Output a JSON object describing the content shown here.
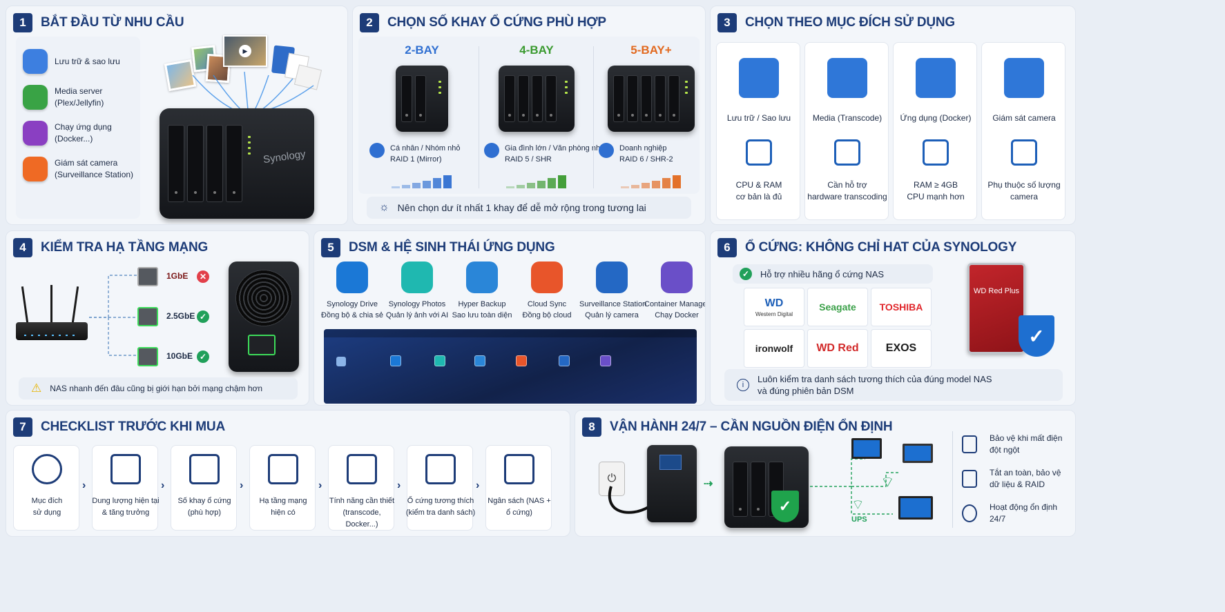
{
  "p1": {
    "num": "1",
    "title": "BẮT ĐẦU TỪ NHU CẦU",
    "items": [
      {
        "label": "Lưu trữ & sao lưu",
        "icon": "folder-icon",
        "color": "#3d7fe0"
      },
      {
        "label": "Media server\n(Plex/Jellyfin)",
        "icon": "play-icon",
        "color": "#39a345"
      },
      {
        "label": "Chạy ứng dụng\n(Docker...)",
        "icon": "cube-icon",
        "color": "#8a3fc2"
      },
      {
        "label": "Giám sát camera\n(Surveillance Station)",
        "icon": "camera-icon",
        "color": "#ef6a24"
      }
    ],
    "brand": "Synology"
  },
  "p2": {
    "num": "2",
    "title": "CHỌN SỐ KHAY Ổ CỨNG PHÙ HỢP",
    "cols": [
      {
        "title": "2-BAY",
        "color": "#2f6fd1",
        "line1": "Cá nhân / Nhóm nhỏ",
        "line2": "RAID 1 (Mirror)",
        "icon": "users-icon"
      },
      {
        "title": "4-BAY",
        "color": "#3a9a2f",
        "line1": "Gia đình lớn / Văn phòng nhỏ",
        "line2": "RAID 5 / SHR",
        "icon": "users-icon"
      },
      {
        "title": "5-BAY+",
        "color": "#e2691f",
        "line1": "Doanh nghiệp",
        "line2": "RAID 6 / SHR-2",
        "icon": "building-icon"
      }
    ],
    "tip": "Nên chọn dư ít nhất 1 khay để dễ mở rộng trong tương lai"
  },
  "p3": {
    "num": "3",
    "title": "CHỌN THEO MỤC ĐÍCH SỬ DỤNG",
    "cols": [
      {
        "top": "Lưu trữ / Sao lưu",
        "bottom": "CPU & RAM\ncơ bản là đủ",
        "icon": "folder-icon",
        "icon2": "cpu-icon"
      },
      {
        "top": "Media (Transcode)",
        "bottom": "Cần hỗ trợ\nhardware transcoding",
        "icon": "film-icon",
        "icon2": "gauge-icon"
      },
      {
        "top": "Ứng dụng (Docker)",
        "bottom": "RAM ≥ 4GB\nCPU mạnh hơn",
        "icon": "docker-icon",
        "icon2": "cpu-icon"
      },
      {
        "top": "Giám sát camera",
        "bottom": "Phụ thuộc số lượng\ncamera",
        "icon": "cctv-icon",
        "icon2": "camera-icon"
      }
    ]
  },
  "p4": {
    "num": "4",
    "title": "KIỂM TRA HẠ TẦNG MẠNG",
    "ports": [
      {
        "label": "1GbE",
        "status": "bad"
      },
      {
        "label": "2.5GbE",
        "status": "good"
      },
      {
        "label": "10GbE",
        "status": "good"
      }
    ],
    "warn": "NAS nhanh đến đâu cũng bị giới hạn bởi mạng chậm hơn"
  },
  "p5": {
    "num": "5",
    "title": "DSM & HỆ SINH THÁI ỨNG DỤNG",
    "apps": [
      {
        "name": "Synology Drive",
        "desc": "Đồng bộ & chia sẻ",
        "color": "#1b78d6",
        "icon": "drive-icon"
      },
      {
        "name": "Synology Photos",
        "desc": "Quản lý ảnh với AI",
        "color": "#1fb8b0",
        "icon": "photos-icon"
      },
      {
        "name": "Hyper Backup",
        "desc": "Sao lưu toàn diện",
        "color": "#2a86d8",
        "icon": "backup-icon"
      },
      {
        "name": "Cloud Sync",
        "desc": "Đồng bộ cloud",
        "color": "#e8552a",
        "icon": "cloud-sync-icon"
      },
      {
        "name": "Surveillance Station",
        "desc": "Quản lý camera",
        "color": "#2468c4",
        "icon": "surveillance-icon"
      },
      {
        "name": "Container Manager",
        "desc": "Chạy Docker",
        "color": "#6a4fc8",
        "icon": "container-icon"
      }
    ]
  },
  "p6": {
    "num": "6",
    "title": "Ổ CỨNG: KHÔNG CHỈ HAT CỦA SYNOLOGY",
    "support": "Hỗ trợ nhiều hãng ổ cứng NAS",
    "brands": [
      {
        "name": "WD",
        "sub": "Western Digital",
        "color": "#1d5fb8"
      },
      {
        "name": "Seagate",
        "sub": "",
        "color": "#3aa048"
      },
      {
        "name": "TOSHIBA",
        "sub": "",
        "color": "#e0262b"
      },
      {
        "name": "ironwolf",
        "sub": "",
        "color": "#222"
      },
      {
        "name": "WD Red",
        "sub": "",
        "color": "#d22a2a"
      },
      {
        "name": "EXOS",
        "sub": "",
        "color": "#1b1b1b"
      }
    ],
    "drive": "WD Red Plus",
    "note": "Luôn kiểm tra danh sách tương thích của đúng model NAS\nvà đúng phiên bản DSM"
  },
  "p7": {
    "num": "7",
    "title": "CHECKLIST TRƯỚC KHI MUA",
    "items": [
      {
        "label": "Mục đích\nsử dụng",
        "icon": "target-icon"
      },
      {
        "label": "Dung lượng hiện tại\n& tăng trưởng",
        "icon": "database-icon"
      },
      {
        "label": "Số khay ổ cứng\n(phù hợp)",
        "icon": "nas-bays-icon"
      },
      {
        "label": "Hạ tầng mạng\nhiện có",
        "icon": "switch-icon"
      },
      {
        "label": "Tính năng cần thiết\n(transcode, Docker...)",
        "icon": "chip-icon"
      },
      {
        "label": "Ổ cứng tương thích\n(kiểm tra danh sách)",
        "icon": "hdd-icon"
      },
      {
        "label": "Ngân sách (NAS +\nổ cứng)",
        "icon": "money-bag-icon"
      }
    ]
  },
  "p8": {
    "num": "8",
    "title": "VẬN HÀNH 24/7 – CẦN NGUỒN ĐIỆN ỔN ĐỊNH",
    "ups": "UPS",
    "benefits": [
      {
        "label": "Bảo vệ khi mất điện\nđột ngột",
        "icon": "shield-icon"
      },
      {
        "label": "Tắt an toàn, bảo vệ\ndữ liệu & RAID",
        "icon": "database-icon"
      },
      {
        "label": "Hoạt động ổn định\n24/7",
        "icon": "clock-icon"
      }
    ]
  }
}
